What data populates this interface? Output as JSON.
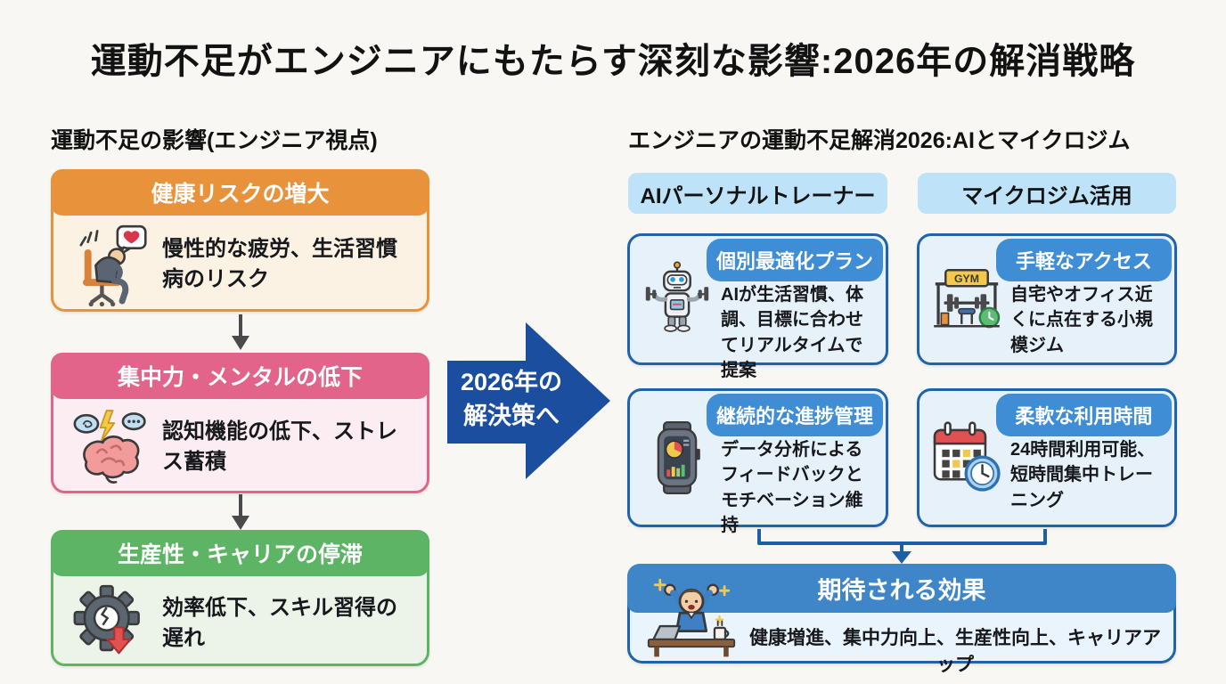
{
  "page": {
    "title": "運動不足がエンジニアにもたらす深刻な影響:2026年の解消戦略",
    "background": "#F8F7F4"
  },
  "left_section": {
    "title": "運動不足の影響(エンジニア視点)",
    "boxes": [
      {
        "header": "健康リスクの増大",
        "body": "慢性的な疲労、生活習慣病のリスク",
        "icon": "slouched-person-icon",
        "accent_color": "#E8923C",
        "body_color": "#FBF2E3"
      },
      {
        "header": "集中力・メンタルの低下",
        "body": "認知機能の低下、ストレス蓄積",
        "icon": "stressed-brain-icon",
        "accent_color": "#E2648B",
        "body_color": "#FBEDF1"
      },
      {
        "header": "生産性・キャリアの停滞",
        "body": "効率低下、スキル習得の遅れ",
        "icon": "broken-gear-icon",
        "accent_color": "#5CB464",
        "body_color": "#ECF4EA"
      }
    ]
  },
  "center_arrow": {
    "line1": "2026年の",
    "line2": "解決策へ",
    "color": "#1C4E9F"
  },
  "right_section": {
    "title": "エンジニアの運動不足解消2026:AIとマイクロジム",
    "column_headers": [
      {
        "label": "AIパーソナルトレーナー"
      },
      {
        "label": "マイクロジム活用"
      }
    ],
    "column_header_color": "#BEE2F7",
    "card_border_color": "#2063A8",
    "card_bg_color": "#E7F1FA",
    "card_pill_color": "#3F8DD5",
    "cards": [
      {
        "header": "個別最適化プラン",
        "body": "AIが生活習慣、体調、目標に合わせてリアルタイムで提案",
        "icon": "robot-trainer-icon"
      },
      {
        "header": "手軽なアクセス",
        "body": "自宅やオフィス近くに点在する小規模ジム",
        "icon": "micro-gym-icon",
        "gym_sign": "GYM"
      },
      {
        "header": "継続的な進捗管理",
        "body": "データ分析によるフィードバックとモチベーション維持",
        "icon": "smartwatch-icon"
      },
      {
        "header": "柔軟な利用時間",
        "body": "24時間利用可能、短時間集中トレーニング",
        "icon": "calendar-clock-icon"
      }
    ],
    "result_box": {
      "header": "期待される効果",
      "body": "健康増進、集中力向上、生産性向上、キャリアアップ",
      "icon": "cheering-engineer-icon",
      "header_color": "#3F86C9"
    }
  }
}
